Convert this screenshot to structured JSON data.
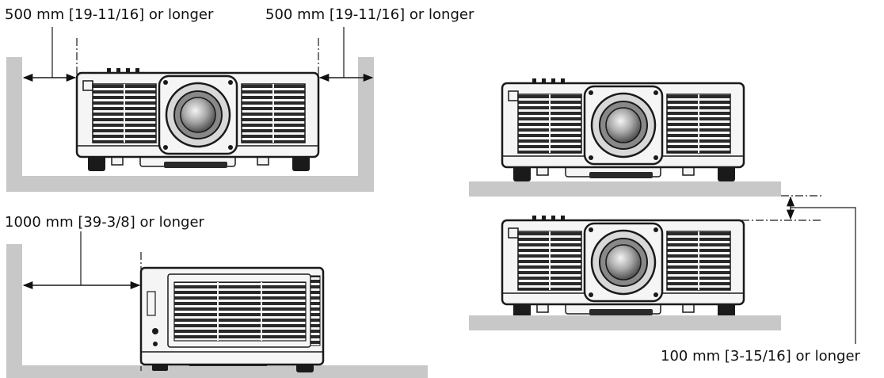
{
  "labels": {
    "side_left": "500 mm [19-11/16] or longer",
    "side_right": "500 mm [19-11/16] or longer",
    "rear": "1000 mm [39-3/8] or longer",
    "stack_gap": "100 mm [3-15/16] or longer"
  },
  "colors": {
    "wall": "#c8c8c8",
    "body": "#f5f5f5",
    "outline": "#1a1a1a",
    "vent": "#2a2a2a",
    "lens": "#777777"
  }
}
